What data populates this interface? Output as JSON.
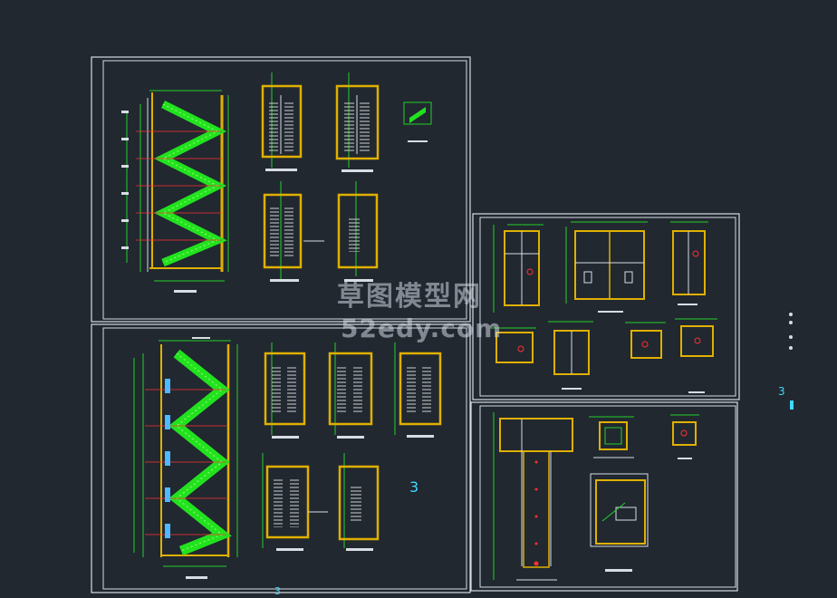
{
  "watermark": {
    "line1": "草图模型网",
    "line2": "52edy.com"
  },
  "annotations": {
    "mark_a": "3",
    "mark_b": "3",
    "mark_c": "3"
  },
  "colors": {
    "background": "#212830",
    "frame": "#d8dde3",
    "wall": "#e0b000",
    "stair": "#22e21f",
    "dimension": "#23d02a",
    "accent": "#ff3030",
    "cyan": "#40d8ff",
    "white_line": "#cfd6dc"
  }
}
